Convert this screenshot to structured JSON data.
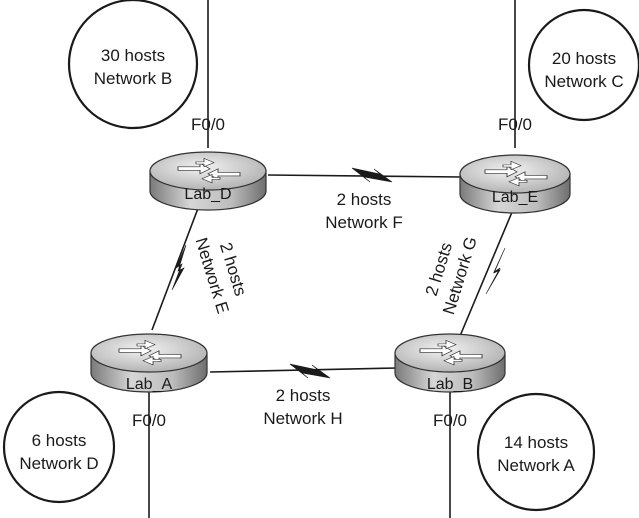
{
  "routers": {
    "lab_d": {
      "name": "Lab_D",
      "port": "F0/0"
    },
    "lab_e": {
      "name": "Lab_E",
      "port": "F0/0"
    },
    "lab_a": {
      "name": "Lab_A",
      "port": "F0/0"
    },
    "lab_b": {
      "name": "Lab_B",
      "port": "F0/0"
    }
  },
  "lans": {
    "network_b": {
      "hosts": "30 hosts",
      "network": "Network B"
    },
    "network_c": {
      "hosts": "20 hosts",
      "network": "Network C"
    },
    "network_d": {
      "hosts": "6 hosts",
      "network": "Network D"
    },
    "network_a": {
      "hosts": "14 hosts",
      "network": "Network A"
    }
  },
  "wan_links": {
    "network_f": {
      "hosts": "2 hosts",
      "network": "Network F"
    },
    "network_e": {
      "hosts": "2 hosts",
      "network": "Network E"
    },
    "network_g": {
      "hosts": "2 hosts",
      "network": "Network G"
    },
    "network_h": {
      "hosts": "2 hosts",
      "network": "Network H"
    }
  }
}
